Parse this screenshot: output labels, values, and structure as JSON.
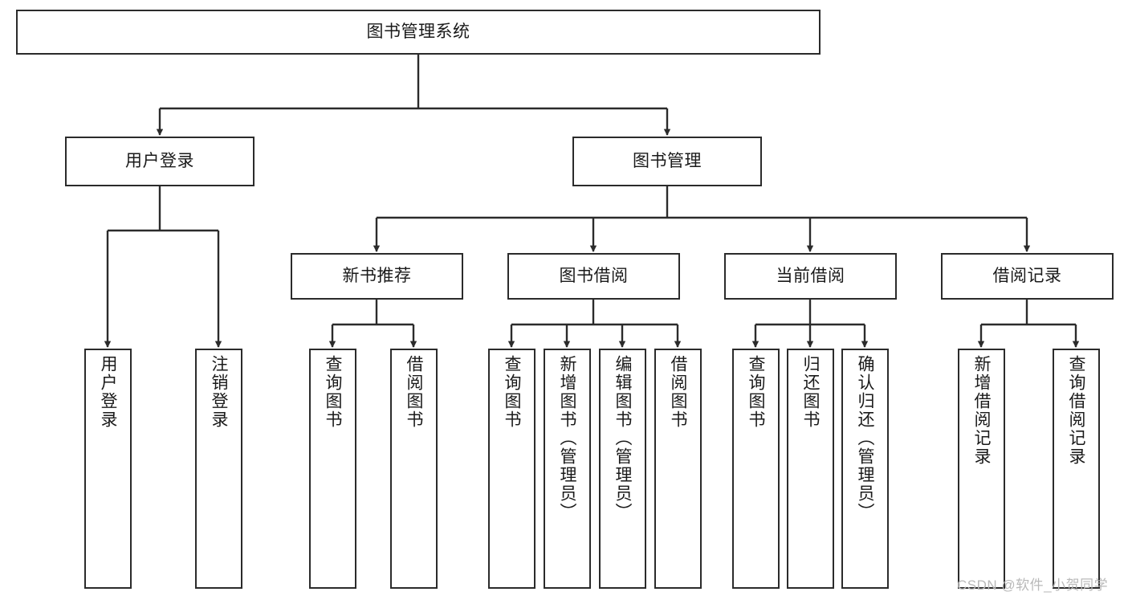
{
  "diagram": {
    "title": "图书管理系统",
    "type": "tree-hierarchy-diagram",
    "watermark": "CSDN @软件_小贺同学",
    "colors": {
      "border": "#2b2b2b",
      "text": "#1a1a1a",
      "background": "#ffffff",
      "watermark": "#b9b9b9"
    },
    "nodes": {
      "root": {
        "label": "图书管理系统"
      },
      "level2": [
        {
          "id": "user-login",
          "label": "用户登录"
        },
        {
          "id": "book-management",
          "label": "图书管理"
        }
      ],
      "level3": [
        {
          "id": "new-book-recommend",
          "label": "新书推荐"
        },
        {
          "id": "book-borrow",
          "label": "图书借阅"
        },
        {
          "id": "current-borrow",
          "label": "当前借阅"
        },
        {
          "id": "borrow-record",
          "label": "借阅记录"
        }
      ],
      "leaves": {
        "user-login": [
          {
            "id": "leaf-user-login",
            "label": "用户登录"
          },
          {
            "id": "leaf-logout",
            "label": "注销登录"
          }
        ],
        "new-book-recommend": [
          {
            "id": "leaf-query-book-1",
            "label": "查询图书"
          },
          {
            "id": "leaf-borrow-book-1",
            "label": "借阅图书"
          }
        ],
        "book-borrow": [
          {
            "id": "leaf-query-book-2",
            "label": "查询图书"
          },
          {
            "id": "leaf-add-book",
            "label": "新增图书（管理员）"
          },
          {
            "id": "leaf-edit-book",
            "label": "编辑图书（管理员）"
          },
          {
            "id": "leaf-borrow-book-2",
            "label": "借阅图书"
          }
        ],
        "current-borrow": [
          {
            "id": "leaf-query-book-3",
            "label": "查询图书"
          },
          {
            "id": "leaf-return-book",
            "label": "归还图书"
          },
          {
            "id": "leaf-confirm-return",
            "label": "确认归还（管理员）"
          }
        ],
        "borrow-record": [
          {
            "id": "leaf-add-record",
            "label": "新增借阅记录"
          },
          {
            "id": "leaf-query-record",
            "label": "查询借阅记录"
          }
        ]
      }
    }
  }
}
